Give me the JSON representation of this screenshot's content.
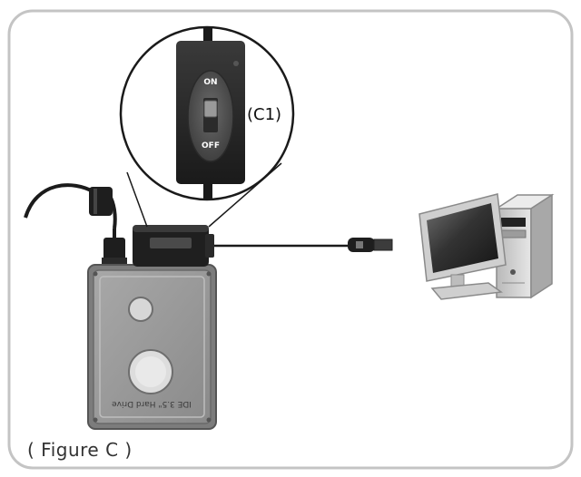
{
  "switch": {
    "on_label": "ON",
    "off_label": "OFF",
    "callout_label": "(C1)"
  },
  "drive": {
    "label": "IDE 3.5\" Hard Drive"
  },
  "figure_caption": "( Figure C )"
}
